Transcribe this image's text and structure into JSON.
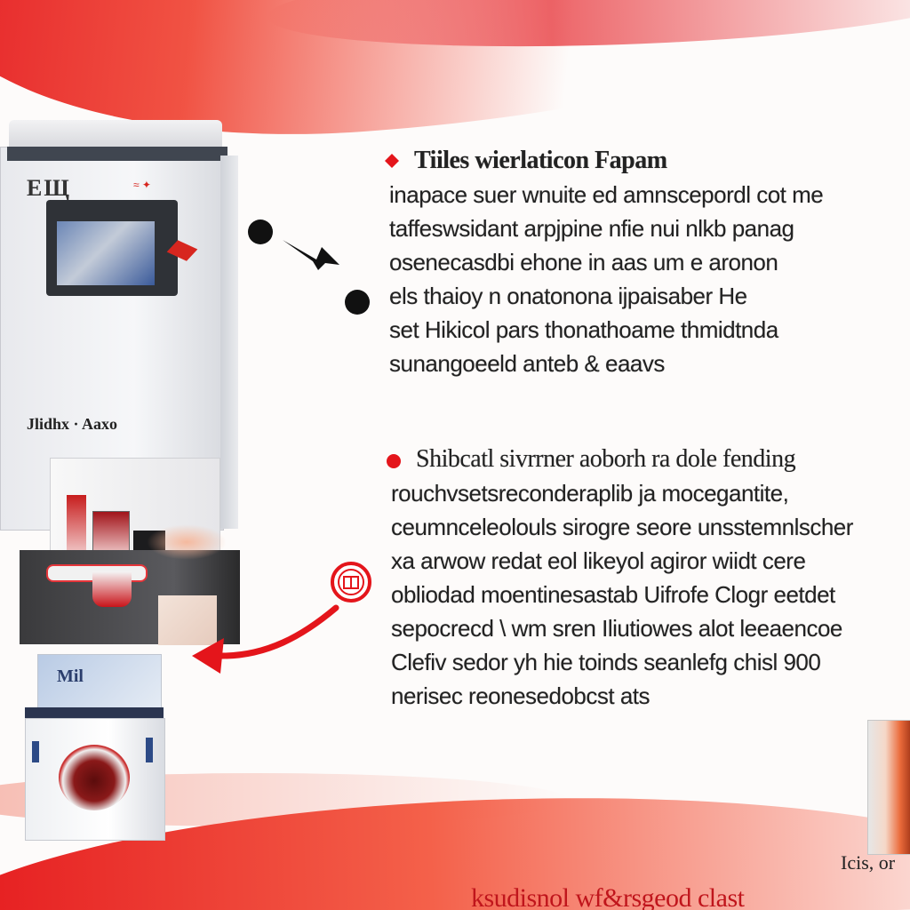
{
  "colors": {
    "accent_red": "#e4151b",
    "text_dark": "#222222",
    "machine_grey": "#e8e9ed",
    "machine_dark": "#3a3a3c",
    "machine_blue": "#2c4a86"
  },
  "icons": {
    "bullet_1": "diamond-bullet-icon",
    "bullet_2": "dot-bullet-icon",
    "badge": "circle-emblem-icon",
    "arrow_1": "pointer-arrow-icon",
    "arrow_2": "curved-arrow-icon"
  },
  "machine_1": {
    "logo": "ЕЩ",
    "logo_sub": "≈ ✦",
    "label": "Jlidhx   ·  Aaxo"
  },
  "machine_2": {
    "label": "Mil"
  },
  "block_1": {
    "title": "Tiiles wierlaticon Fapam",
    "lines": [
      "inapace suer wnuite ed amnscepordl cot me",
      "taffeswsidant arpjpine nfie nui nlkb panag",
      "osenecasdbi ehone in aas um e aronon",
      "els thaioy n onatonona ijpaisaber He",
      "set Hikicol pars thonathoame thmidtnda",
      "sunangoeeld anteb & eaavs"
    ]
  },
  "block_2": {
    "title": "Shibcatl sivrrner aoborh ra dole fending",
    "lines": [
      "rouchvsetsreconderaplib ja mocegantite,",
      "ceumnceleolouls sirogre seore unsstemnlscher",
      "xa arwow redat eol likeyol agiror wiidt cere",
      "obliodad moentinesastab Uifrofe Clogr eetdet",
      "sepocrecd \\ wm sren Iliutiowes alot leeaencoe",
      "Clefiv sedor yh hie toinds seanlefg chisl 900",
      "nerisec reonesedobcst ats"
    ]
  },
  "product_3": {
    "label": "Icis, or"
  },
  "footer": {
    "text": "ksudisnol wf&rsgeod clast"
  }
}
